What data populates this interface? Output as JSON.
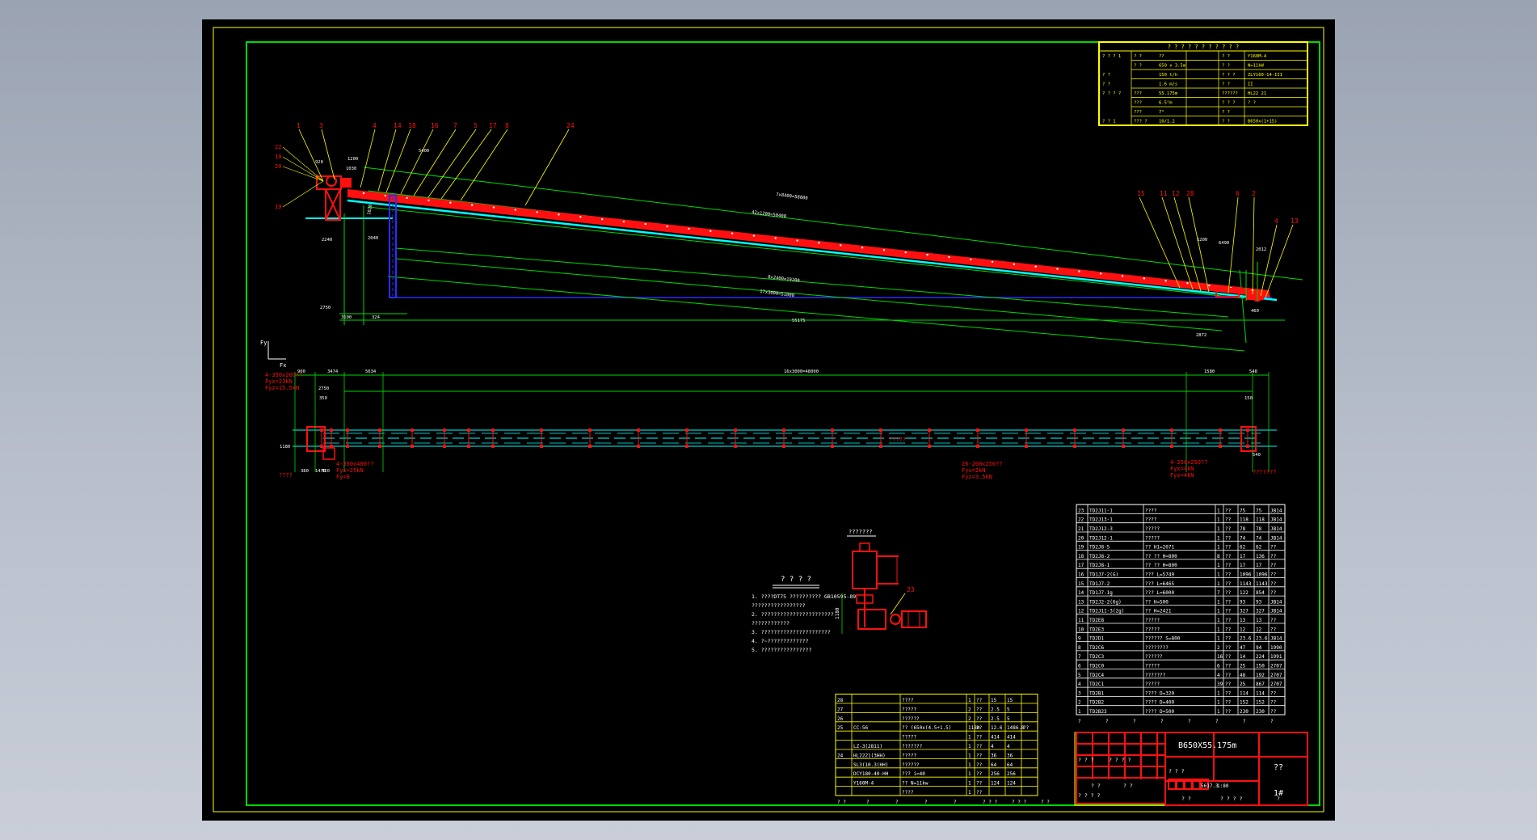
{
  "title_block": {
    "main_title": "B650X55.175m",
    "sheet_no": "1#",
    "unknown": "??",
    "scale": "1:80",
    "ref": "5617.3"
  },
  "tech_table": {
    "header": "? ? ? ? ? ? ? ? ? ? ?",
    "rows": [
      [
        "? ? ? 1",
        "? ?",
        "??",
        "? ?",
        "Y160M-4"
      ],
      [
        "",
        "? ?",
        "650 x 3.5m",
        "? ?",
        "N=11kW"
      ],
      [
        "? ?",
        "",
        "150 t/h",
        "? ? ?",
        "ZLY160-14-III"
      ],
      [
        "? ?",
        "",
        "1.6 m/s",
        "? ?",
        "II"
      ],
      [
        "? ? ? ?",
        "???",
        "55.175m",
        "??????",
        "HL22 21"
      ],
      [
        "",
        "???",
        "6.5°m",
        "? ? ?",
        "? ?"
      ],
      [
        "",
        "???",
        "7°",
        "? ?",
        ""
      ],
      [
        "? ? 1",
        "??? ?",
        "10/1.2",
        "? ?",
        "B650x(1+15)"
      ]
    ]
  },
  "conveyor": {
    "part_labels_head": [
      "1",
      "3",
      "4",
      "14",
      "18",
      "16",
      "7",
      "5",
      "17",
      "8",
      "24"
    ],
    "part_labels_left": [
      "22",
      "10",
      "20",
      "19"
    ],
    "part_labels_tail": [
      "15",
      "11",
      "12",
      "28",
      "6",
      "2",
      "4",
      "13"
    ],
    "dims": [
      "7x8400=58800",
      "42x1200=50400",
      "8x2400=19200",
      "17x3000=51000",
      "55175",
      "2750",
      "3100",
      "324",
      "2240",
      "1200",
      "5400",
      "6490",
      "1200",
      "2012",
      "2872",
      "460",
      "2040",
      "1820",
      "920",
      "1030"
    ],
    "axis_x": "Fx",
    "axis_y": "Fy"
  },
  "plan_view": {
    "dims": [
      "900",
      "3474",
      "5634",
      "16x3000=48000",
      "1580",
      "548",
      "2750",
      "350",
      "1180",
      "380",
      "1470",
      "420",
      "150",
      "540"
    ],
    "label_center": "?????",
    "label_left": "????",
    "label_right": "???????",
    "load_1": [
      "4-350x200??",
      "Fyx=23kN",
      "Fyz=15.5kN"
    ],
    "load_2": [
      "4-350x400??",
      "Fyx=25kN",
      "Fy=8"
    ],
    "load_3": [
      "26-200x250??",
      "Fyx=2kN",
      "Fyz=3.5kN"
    ],
    "load_4": [
      "4-250x250??",
      "Fyx=4kN",
      "Fyz=4kN"
    ]
  },
  "notes": {
    "title": "? ? ? ?",
    "lines": [
      "1. ????DT75 ?????????? GB10595-89",
      "   ?????????????????",
      "2. ???????????????????????",
      "   ????????????",
      "3. ??????????????????????",
      "4. ?~?????????????",
      "5. ????????????????"
    ]
  },
  "detail": {
    "label": "???????",
    "part": "23",
    "dim": "1180"
  },
  "bom_right": [
    [
      "23",
      "TD2J11-1",
      "????",
      "1",
      "??",
      "75",
      "75",
      "JB14"
    ],
    [
      "22",
      "TD2J13-1",
      "????",
      "1",
      "??",
      "118",
      "118",
      "JB14"
    ],
    [
      "21",
      "TD2J12-3",
      "?????",
      "1",
      "??",
      "78",
      "78",
      "JB14"
    ],
    [
      "20",
      "TD2J12-1",
      "?????",
      "1",
      "??",
      "74",
      "74",
      "JB14"
    ],
    [
      "19",
      "TD2J8-5",
      "?? H1=2071",
      "1",
      "??",
      "62",
      "62",
      "??"
    ],
    [
      "18",
      "TD2J8-2",
      "?? ?? H=800",
      "8",
      "??",
      "17",
      "136",
      "??"
    ],
    [
      "17",
      "TD2J8-1",
      "?? ?? H=800",
      "1",
      "??",
      "17",
      "17",
      "??"
    ],
    [
      "16",
      "TD1J7-2(G)",
      "??? L=5749",
      "1",
      "??",
      "1096",
      "1096",
      "??"
    ],
    [
      "15",
      "TD1J7-2",
      "??? L=6465",
      "1",
      "??",
      "1143",
      "1143",
      "??"
    ],
    [
      "14",
      "TD1J7-1g",
      "??? L=6000",
      "7",
      "??",
      "122",
      "854",
      "??"
    ],
    [
      "13",
      "TD2J2-2(6g)",
      "?? H=500",
      "1",
      "??",
      "93",
      "93",
      "JB14"
    ],
    [
      "12",
      "TD2J11-3(2g)",
      "?? H=2421",
      "1",
      "??",
      "327",
      "327",
      "JB14"
    ],
    [
      "11",
      "TD2E8",
      "?????",
      "1",
      "??",
      "13",
      "13",
      "??"
    ],
    [
      "10",
      "TD2E3",
      "?????",
      "1",
      "??",
      "12",
      "12",
      "??"
    ],
    [
      "9",
      "TD2D1",
      "?????? S=800",
      "1",
      "??",
      "23.6",
      "23.6",
      "JB14"
    ],
    [
      "8",
      "TD2C6",
      "????????",
      "2",
      "??",
      "47",
      "94",
      "1990"
    ],
    [
      "7",
      "TD2C3",
      "??????",
      "16",
      "??",
      "14",
      "224",
      "1991"
    ],
    [
      "6",
      "TD2C0",
      "?????",
      "6",
      "??",
      "25",
      "150",
      "2707"
    ],
    [
      "5",
      "TD2C4",
      "???????",
      "4",
      "??",
      "48",
      "192",
      "2707"
    ],
    [
      "4",
      "TD2C1",
      "?????",
      "39",
      "??",
      "25",
      "867",
      "2707"
    ],
    [
      "3",
      "TD2B1",
      "???? D=320",
      "1",
      "??",
      "114",
      "114",
      "??"
    ],
    [
      "2",
      "TD2B2",
      "???? D=400",
      "1",
      "??",
      "152",
      "152",
      "??"
    ],
    [
      "1",
      "TD2B23",
      "???? D=500",
      "1",
      "??",
      "230",
      "230",
      "??"
    ]
  ],
  "bom_left": [
    [
      "28",
      "",
      "????",
      "1",
      "??",
      "15",
      "15",
      ""
    ],
    [
      "27",
      "",
      "?????",
      "2",
      "??",
      "2.5",
      "5",
      ""
    ],
    [
      "26",
      "",
      "??????",
      "2",
      "??",
      "2.5",
      "5",
      ""
    ],
    [
      "25",
      "CC-56",
      "?? (650x(4.5+1.5)",
      "118m",
      "??",
      "12.6",
      "1486.8",
      "??"
    ],
    [
      "",
      "",
      "?????",
      "1",
      "??",
      "414",
      "414",
      ""
    ],
    [
      "",
      "LZ-3(2811)",
      "???????",
      "1",
      "??",
      "4",
      "4",
      ""
    ],
    [
      "24",
      "HL2221(3HH)",
      "?????",
      "1",
      "??",
      "36",
      "36",
      ""
    ],
    [
      "",
      "SL3(10.3(HH)",
      "??????",
      "1",
      "??",
      "64",
      "64",
      ""
    ],
    [
      "",
      "DCY180-40-HH",
      "??? i=40",
      "1",
      "??",
      "256",
      "256",
      ""
    ],
    [
      "",
      "Y160M-4",
      "?? N=11kw",
      "1",
      "??",
      "124",
      "124",
      ""
    ],
    [
      "",
      "",
      "????",
      "1",
      "??",
      "",
      "",
      ""
    ]
  ],
  "bom_header_right": [
    "?",
    "?",
    "?",
    "?",
    "?",
    "?",
    "?",
    "?"
  ],
  "bom_header_left": [
    "? ?",
    "?",
    "?",
    "?",
    "?",
    "? ? ?",
    "? ? ?",
    "? ?"
  ],
  "title_cells": [
    "? ? ?",
    "? ? ? ?",
    "? ? ?",
    "? ? ? ?",
    "? ?",
    "? ?",
    "? ?",
    "? ? ? ?",
    "?"
  ],
  "colors": {
    "green": "#00d800",
    "yellow": "#ffff00",
    "red": "#ff1010",
    "cyan": "#00ffff",
    "blue": "#2d2dff",
    "white": "#ffffff"
  }
}
